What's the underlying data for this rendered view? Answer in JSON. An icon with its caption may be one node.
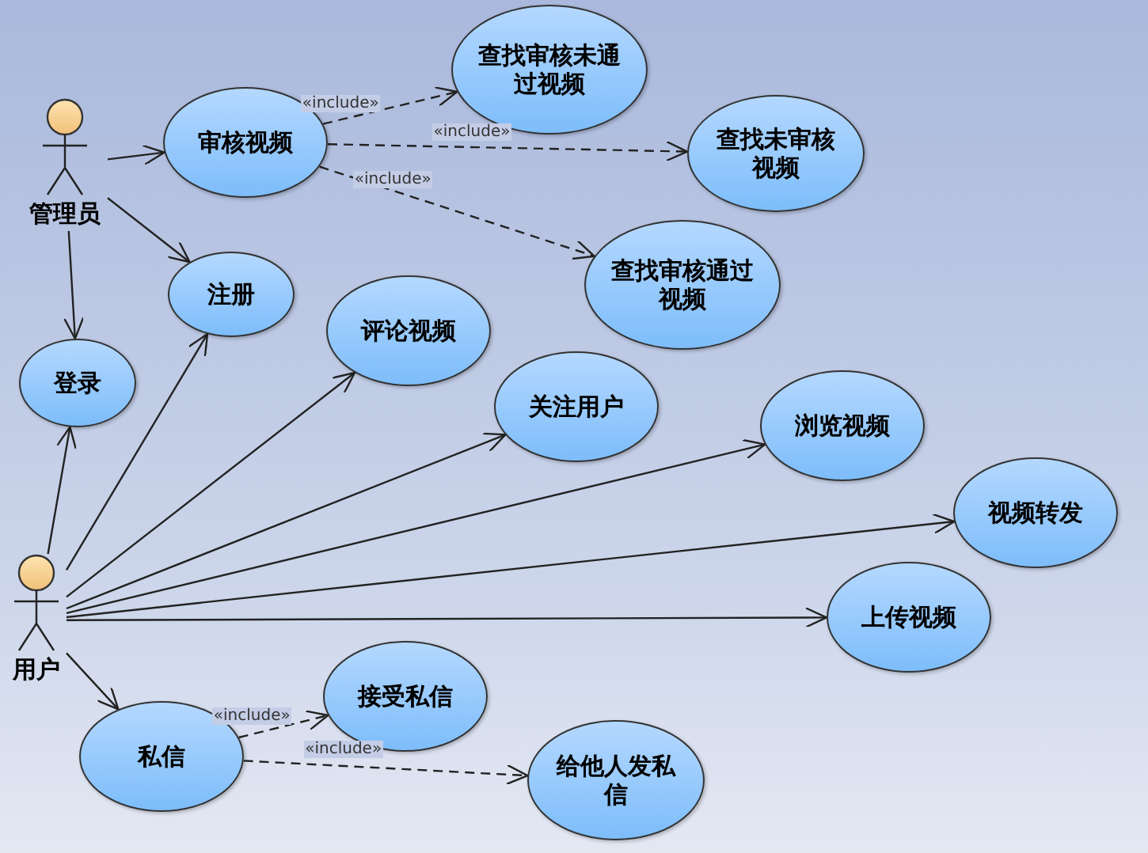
{
  "diagram": {
    "nodes": [
      {
        "text": [
          "管理员"
        ]
      },
      {
        "text": [
          "审核视频"
        ]
      },
      {
        "text": [
          "查找审核未通过视频"
        ]
      },
      {
        "text": [
          "查找未审核视频"
        ]
      },
      {
        "text": [
          "注册"
        ]
      },
      {
        "text": [
          "查找审核通过视频"
        ]
      },
      {
        "text": [
          "登录"
        ]
      },
      {
        "text": [
          "评论视频"
        ]
      },
      {
        "text": [
          "关注用户"
        ]
      },
      {
        "text": [
          "浏览视频"
        ]
      },
      {
        "text": [
          "视频转发"
        ]
      },
      {
        "text": [
          "用户"
        ]
      },
      {
        "text": [
          "上传视频"
        ]
      },
      {
        "text": [
          "接受私信"
        ]
      },
      {
        "text": [
          "私信"
        ]
      },
      {
        "text": [
          "给他人发私信"
        ]
      }
    ],
    "edges": [
      {
        "from": 0,
        "to": 1,
        "arrow": "to"
      },
      {
        "from": 0,
        "to": 4,
        "arrow": "to"
      },
      {
        "from": 0,
        "to": 6,
        "arrow": "to"
      },
      {
        "from": 1,
        "to": 2,
        "arrow": "to",
        "label": "«include»",
        "style": "dashed"
      },
      {
        "from": 1,
        "to": 3,
        "arrow": "to",
        "label": "«include»",
        "style": "dashed"
      },
      {
        "from": 1,
        "to": 5,
        "arrow": "to",
        "label": "«include»",
        "style": "dashed"
      },
      {
        "from": 11,
        "to": 6,
        "arrow": "to"
      },
      {
        "from": 11,
        "to": 4,
        "arrow": "to"
      },
      {
        "from": 11,
        "to": 7,
        "arrow": "to"
      },
      {
        "from": 11,
        "to": 8,
        "arrow": "to"
      },
      {
        "from": 11,
        "to": 9,
        "arrow": "to"
      },
      {
        "from": 11,
        "to": 10,
        "arrow": "to"
      },
      {
        "from": 11,
        "to": 12,
        "arrow": "to"
      },
      {
        "from": 11,
        "to": 14,
        "arrow": "to"
      },
      {
        "from": 14,
        "to": 13,
        "arrow": "to",
        "label": "«include»",
        "style": "dashed"
      },
      {
        "from": 14,
        "to": 15,
        "arrow": "to",
        "label": "«include»",
        "style": "dashed"
      }
    ]
  }
}
